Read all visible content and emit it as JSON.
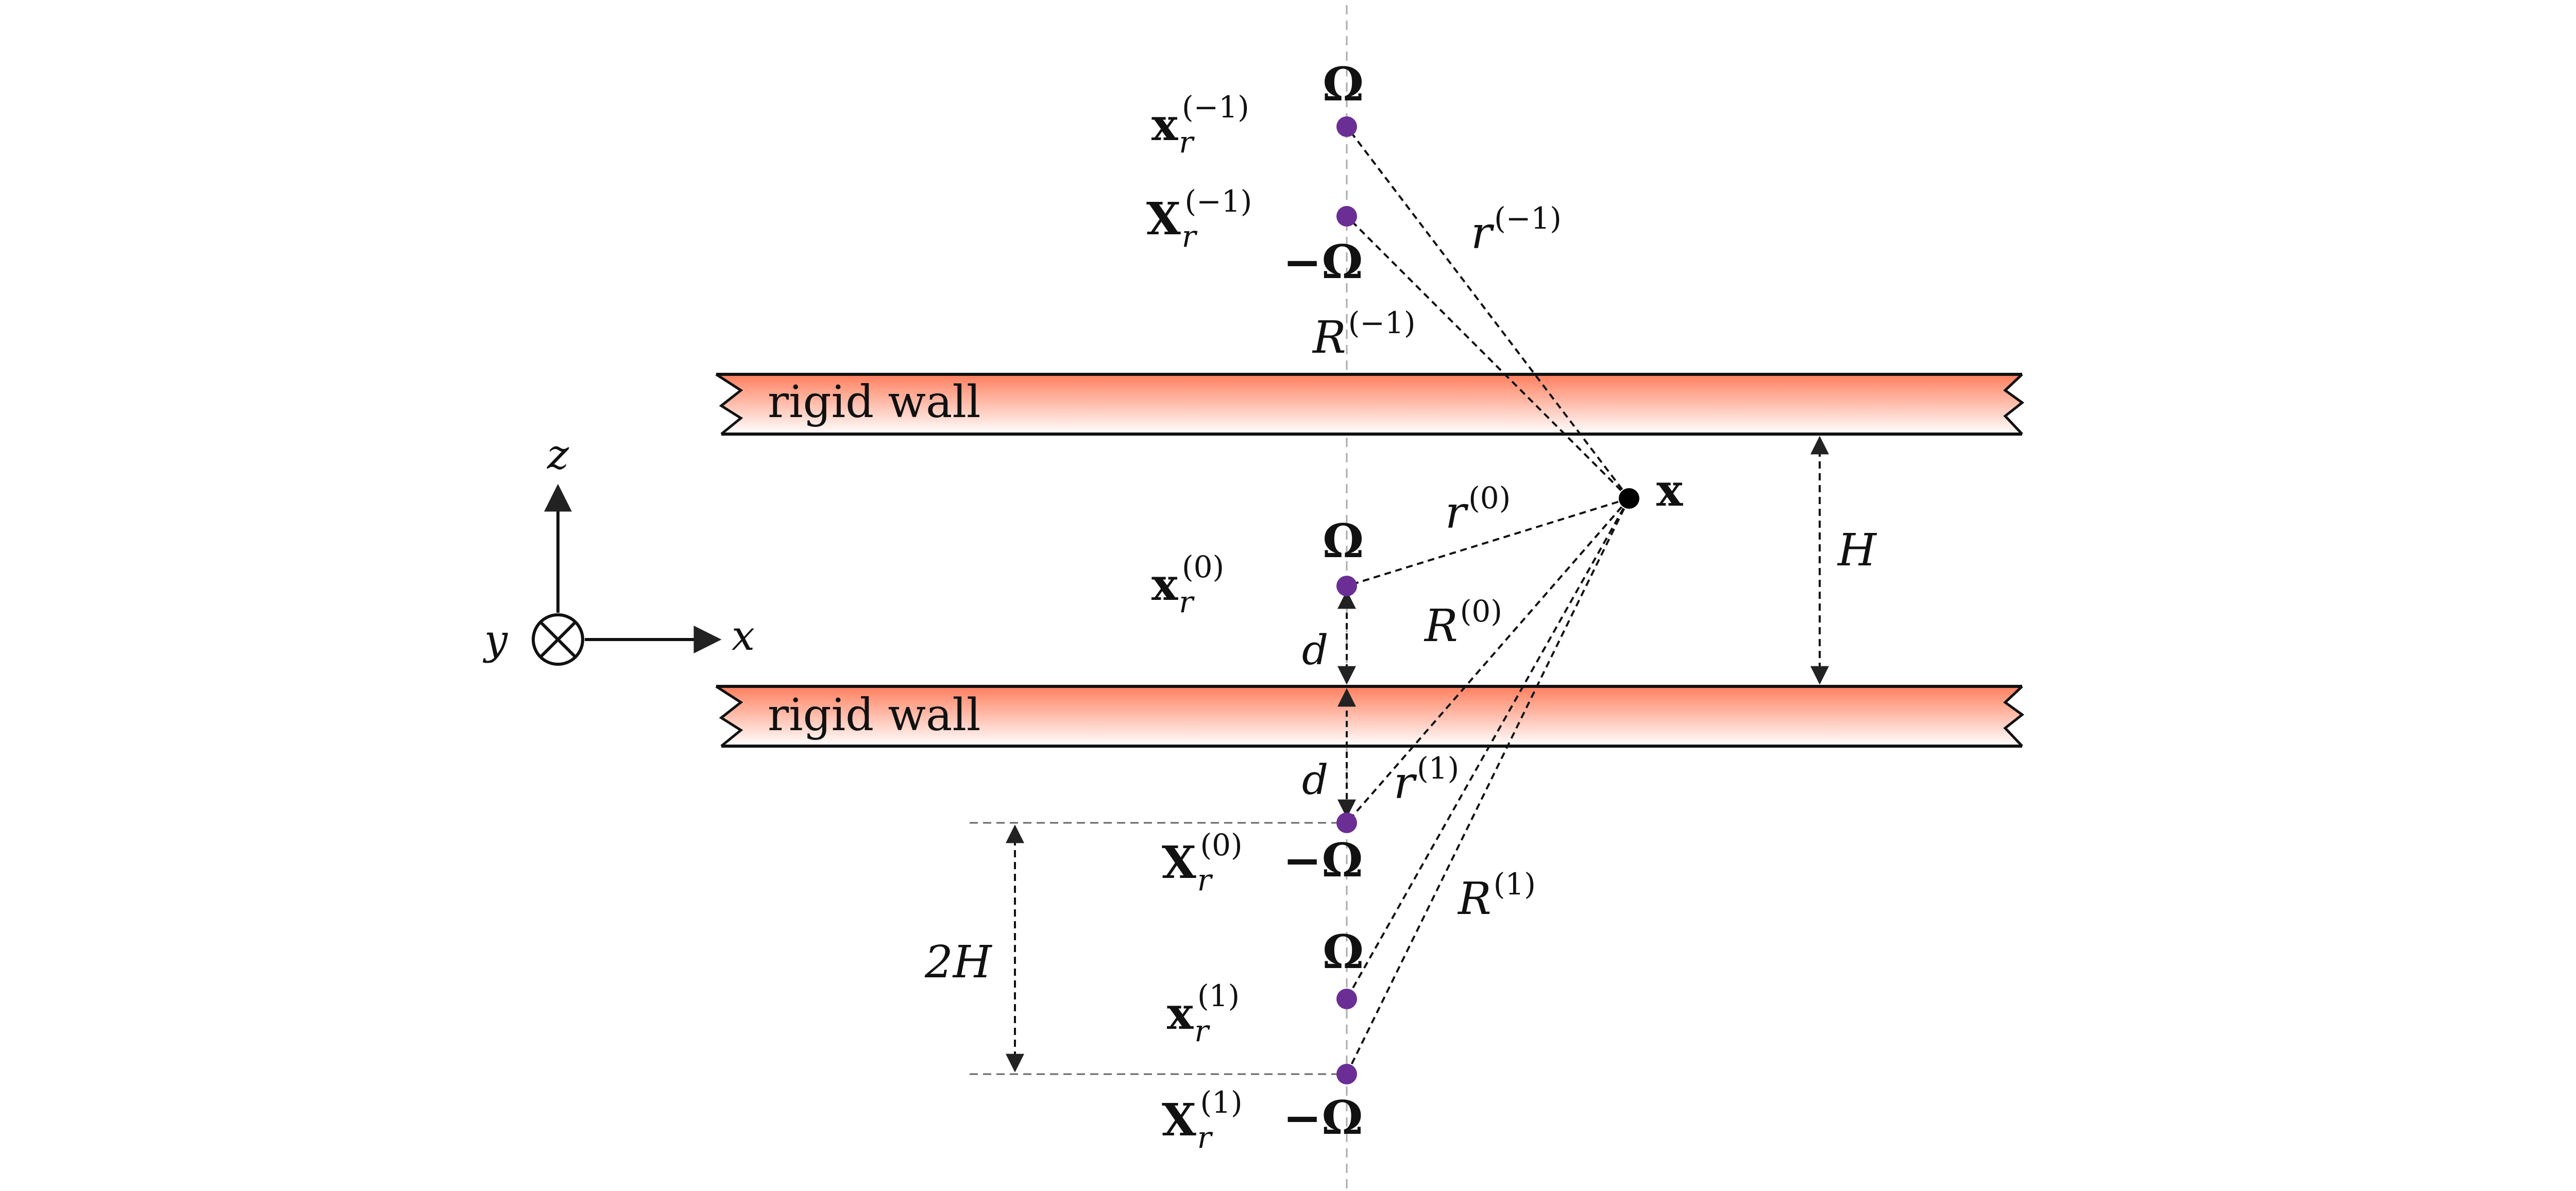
{
  "walls": {
    "label": "rigid wall"
  },
  "axes": {
    "z": "z",
    "x": "x",
    "y": "y"
  },
  "point": {
    "label": "x"
  },
  "omega": {
    "pos": "Ω",
    "neg": "−Ω"
  },
  "dims": {
    "H": "H",
    "twoH": "2H",
    "d": "d"
  },
  "sources": {
    "xr_m1": {
      "base": "x",
      "sub": "r",
      "sup": "(−1)"
    },
    "Xr_m1": {
      "base": "X",
      "sub": "r",
      "sup": "(−1)"
    },
    "xr_0": {
      "base": "x",
      "sub": "r",
      "sup": "(0)"
    },
    "Xr_0": {
      "base": "X",
      "sub": "r",
      "sup": "(0)"
    },
    "xr_1": {
      "base": "x",
      "sub": "r",
      "sup": "(1)"
    },
    "Xr_1": {
      "base": "X",
      "sub": "r",
      "sup": "(1)"
    }
  },
  "distances": {
    "r_m1": {
      "base": "r",
      "sup": "(−1)"
    },
    "R_m1": {
      "base": "R",
      "sup": "(−1)"
    },
    "r_0": {
      "base": "r",
      "sup": "(0)"
    },
    "R_0": {
      "base": "R",
      "sup": "(0)"
    },
    "r_1": {
      "base": "r",
      "sup": "(1)"
    },
    "R_1": {
      "base": "R",
      "sup": "(1)"
    }
  },
  "colors": {
    "source": "#6a2e94",
    "wall_top": "#ff7f5e",
    "wall_bottom": "#ffffff"
  }
}
